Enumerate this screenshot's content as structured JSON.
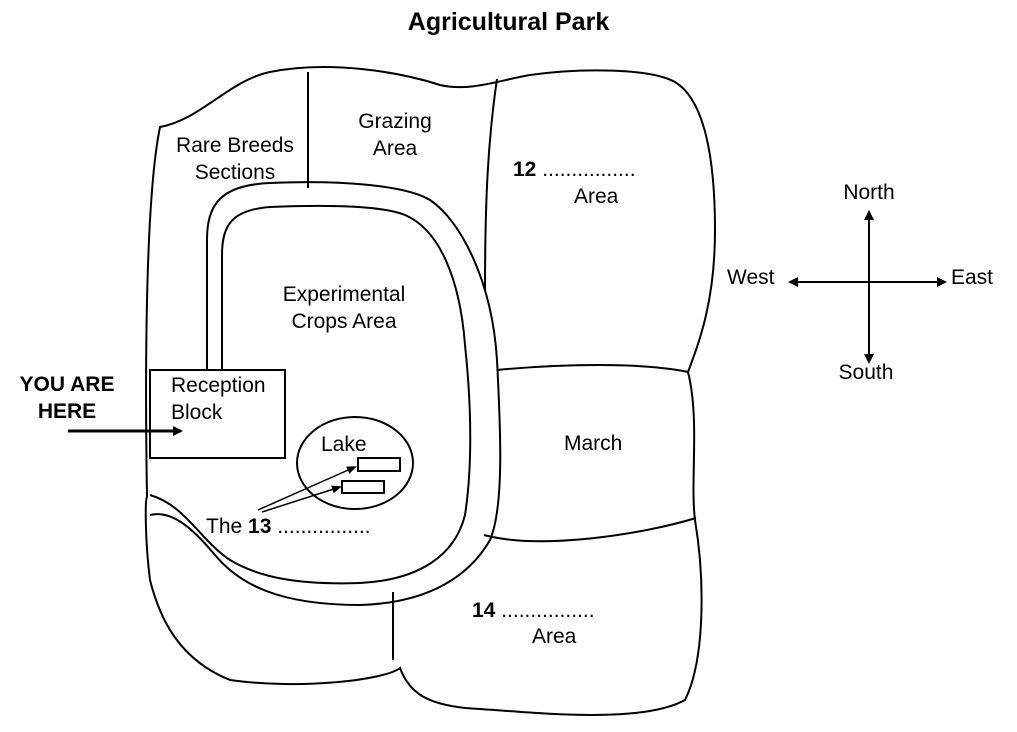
{
  "title": "Agricultural Park",
  "you_are_here": [
    "YOU ARE",
    "HERE"
  ],
  "areas": {
    "rare_breeds": [
      "Rare Breeds",
      "Sections"
    ],
    "grazing": [
      "Grazing",
      "Area"
    ],
    "q12": {
      "number": "12",
      "blank": "................",
      "suffix": "Area"
    },
    "experimental": [
      "Experimental",
      "Crops Area"
    ],
    "reception": [
      "Reception",
      "Block"
    ],
    "lake": "Lake",
    "march": "March",
    "q13": {
      "prefix": "The",
      "number": "13",
      "blank": "................"
    },
    "q14": {
      "number": "14",
      "blank": "................",
      "suffix": "Area"
    }
  },
  "compass": {
    "north": "North",
    "south": "South",
    "east": "East",
    "west": "West"
  }
}
